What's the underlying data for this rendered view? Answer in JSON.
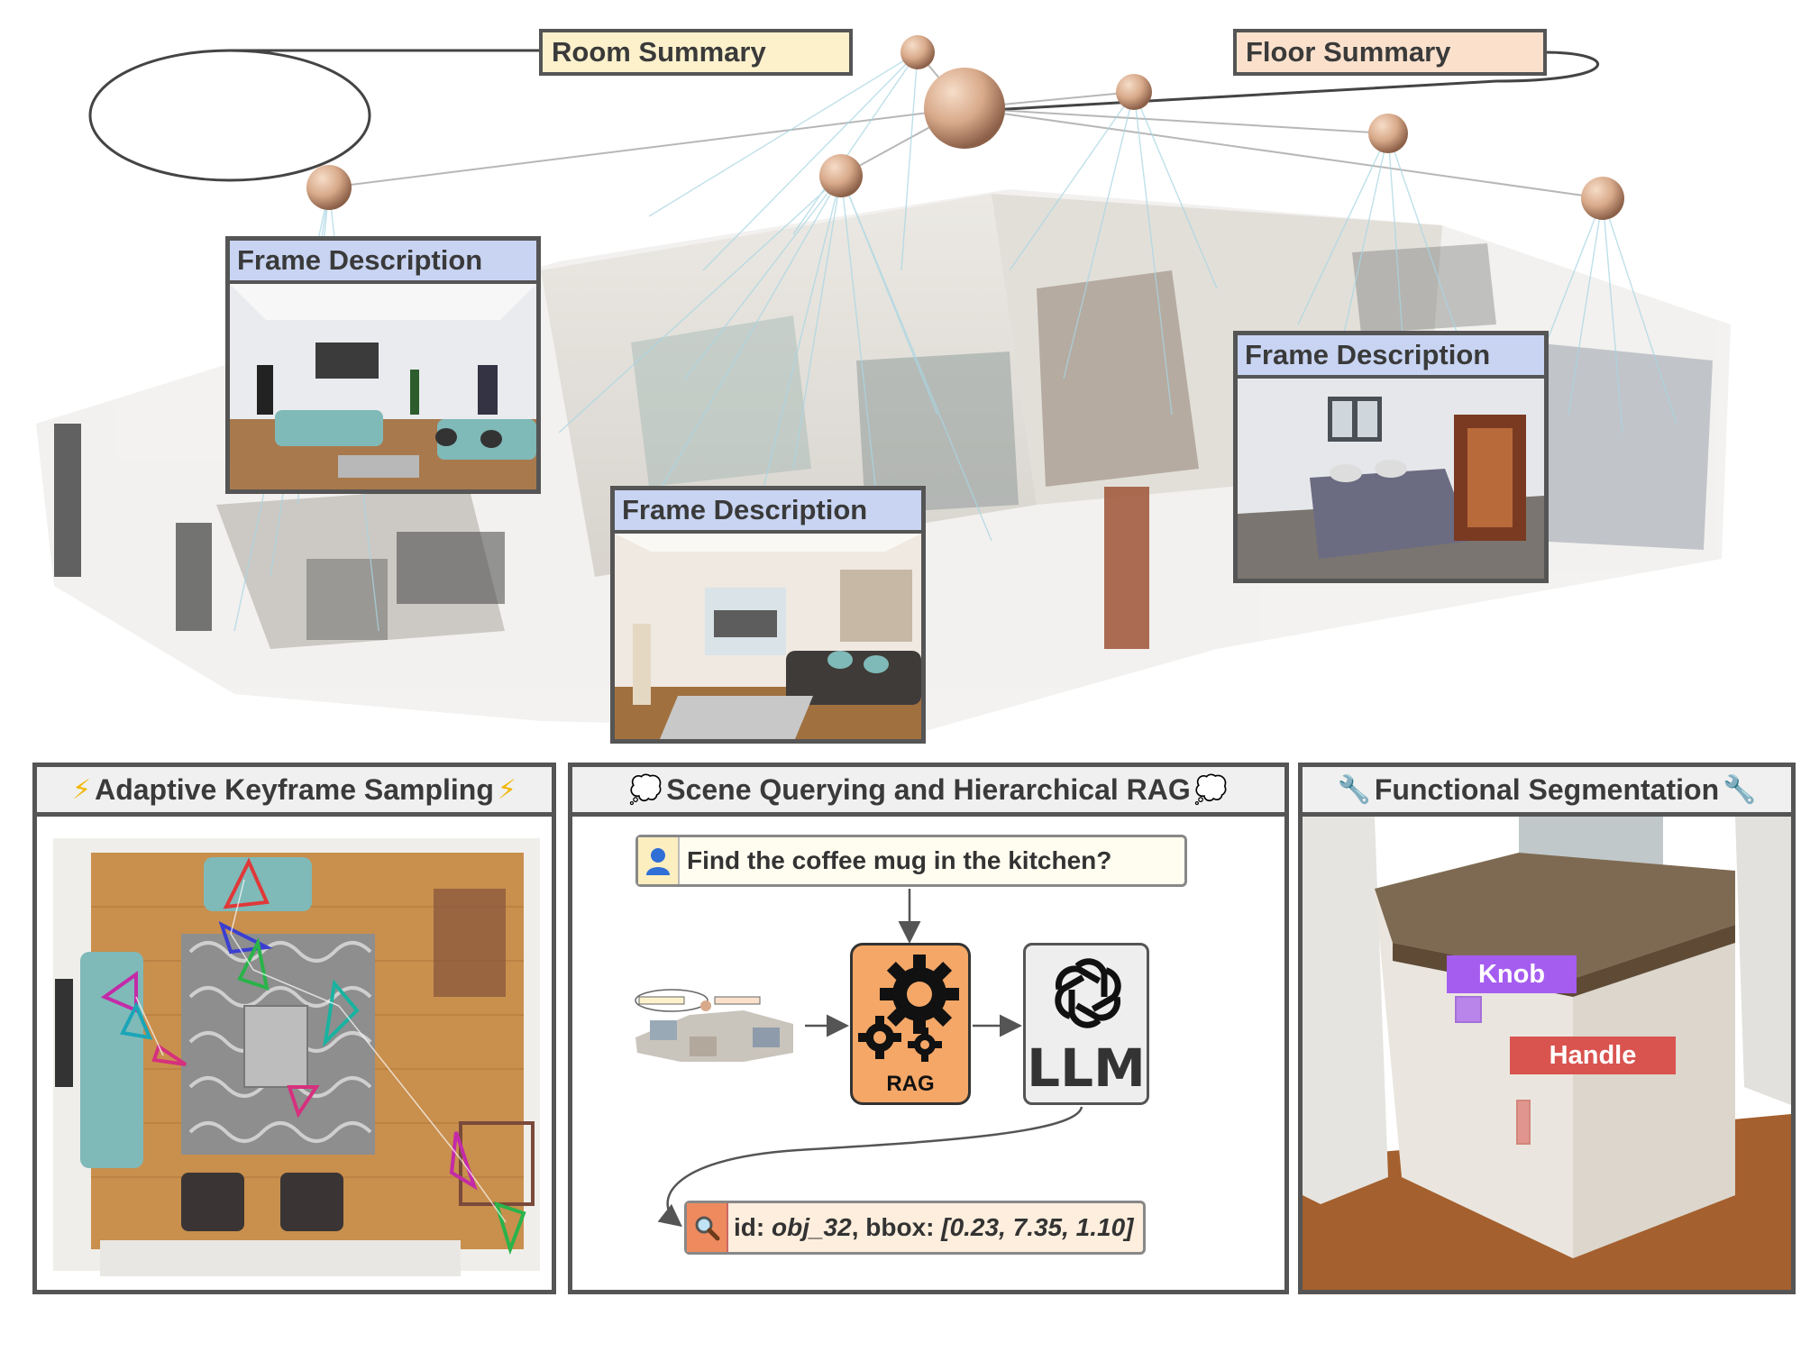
{
  "scene": {
    "room_summary": "Room Summary",
    "floor_summary": "Floor Summary",
    "frame_description": "Frame Description"
  },
  "panels": {
    "keyframe": {
      "title": "Adaptive Keyframe Sampling",
      "icon": "lightning-icon"
    },
    "rag": {
      "title": "Scene Querying and Hierarchical RAG",
      "icon": "thought-bubble-icon",
      "query": "Find the coffee mug in the kitchen?",
      "rag_label": "RAG",
      "llm_label": "LLM",
      "result_prefix": "id: ",
      "result_id": "obj_32",
      "result_mid": ", bbox: ",
      "result_bbox": "[0.23, 7.35, 1.10]"
    },
    "segmentation": {
      "title": "Functional Segmentation",
      "icon": "wrench-icon",
      "knob_label": "Knob",
      "handle_label": "Handle"
    }
  },
  "colors": {
    "knob": "#a55df0",
    "handle": "#d9534f",
    "rag_box": "#f4a767",
    "frame_title": "#c8d4f2",
    "room_summary": "#fdf1cc",
    "floor_summary": "#fbe1cc"
  }
}
